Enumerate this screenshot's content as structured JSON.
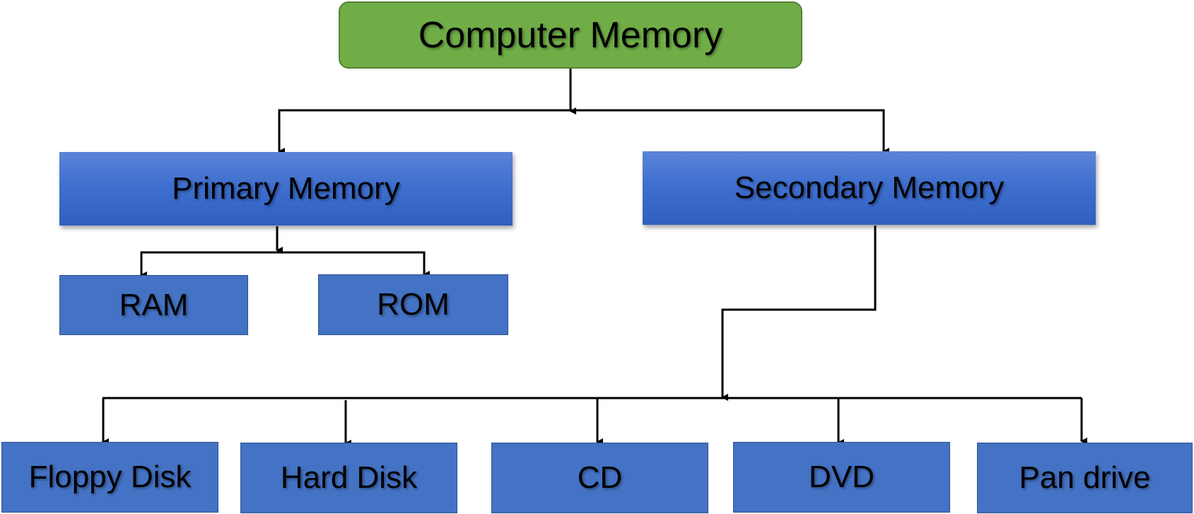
{
  "diagram": {
    "root": {
      "label": "Computer Memory"
    },
    "primary": {
      "label": "Primary Memory",
      "children": [
        {
          "label": "RAM"
        },
        {
          "label": "ROM"
        }
      ]
    },
    "secondary": {
      "label": "Secondary Memory",
      "children": [
        {
          "label": "Floppy Disk"
        },
        {
          "label": "Hard Disk"
        },
        {
          "label": "CD"
        },
        {
          "label": "DVD"
        },
        {
          "label": "Pan drive"
        }
      ]
    }
  },
  "colors": {
    "root_fill": "#70ad47",
    "category_fill": "#4472c4",
    "leaf_fill": "#4472c4",
    "connector": "#000000"
  }
}
